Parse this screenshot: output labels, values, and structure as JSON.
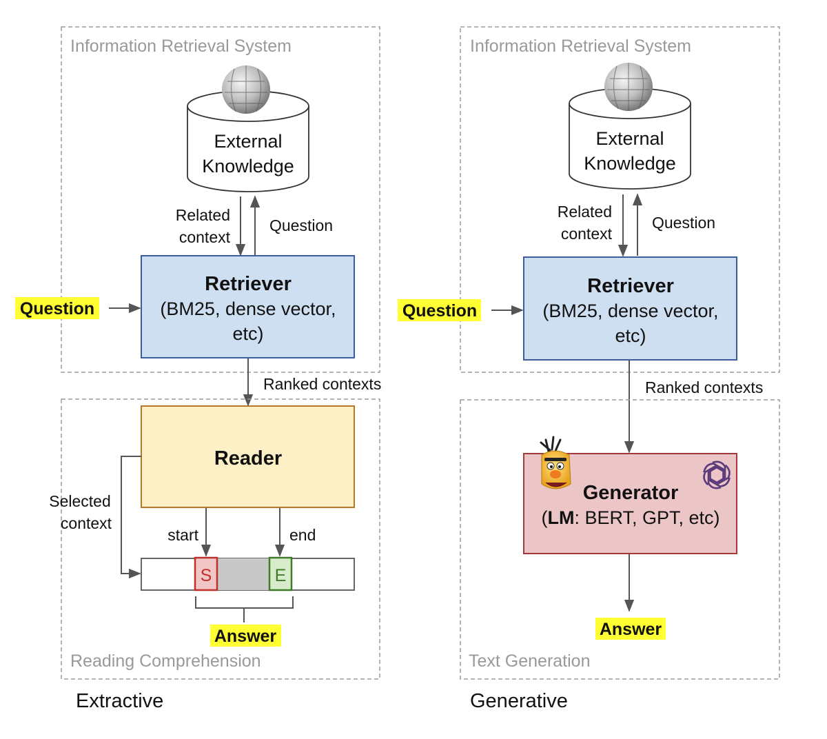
{
  "left": {
    "ir_system_label": "Information Retrieval System",
    "database": {
      "line1": "External",
      "line2": "Knowledge",
      "icon": "wikipedia-globe-icon"
    },
    "related_context": {
      "line1": "Related",
      "line2": "context"
    },
    "question_up": "Question",
    "retriever": {
      "title": "Retriever",
      "line2": "(BM25, dense vector,",
      "line3": "etc)"
    },
    "question_input": "Question",
    "ranked_contexts": "Ranked contexts",
    "reader": {
      "title": "Reader"
    },
    "selected_context": {
      "line1": "Selected",
      "line2": "context"
    },
    "start_label": "start",
    "end_label": "end",
    "span_start": "S",
    "span_end": "E",
    "answer": "Answer",
    "section_label": "Reading Comprehension",
    "caption": "Extractive"
  },
  "right": {
    "ir_system_label": "Information Retrieval System",
    "database": {
      "line1": "External",
      "line2": "Knowledge",
      "icon": "wikipedia-globe-icon"
    },
    "related_context": {
      "line1": "Related",
      "line2": "context"
    },
    "question_up": "Question",
    "retriever": {
      "title": "Retriever",
      "line2": "(BM25, dense vector,",
      "line3": "etc)"
    },
    "question_input": "Question",
    "ranked_contexts": "Ranked contexts",
    "generator": {
      "title": "Generator",
      "lm_bold": "LM",
      "lm_rest": ": BERT, GPT, etc)",
      "paren_open": "("
    },
    "generator_icons": [
      "bert-muppet-icon",
      "openai-logo-icon"
    ],
    "answer": "Answer",
    "section_label": "Text Generation",
    "caption": "Generative"
  },
  "colors": {
    "retriever_fill": "#cfdff2",
    "retriever_stroke": "#3b5d9c",
    "reader_fill": "#fdf0c6",
    "reader_stroke": "#b7772a",
    "generator_fill": "#ecc6c6",
    "generator_stroke": "#a23a3a",
    "highlight": "#ffff33",
    "span_s_fill": "#f1c6c6",
    "span_s_stroke": "#c0302a",
    "span_e_fill": "#d8ebcb",
    "span_e_stroke": "#3f7a2a",
    "span_mid": "#c8c8c8"
  }
}
